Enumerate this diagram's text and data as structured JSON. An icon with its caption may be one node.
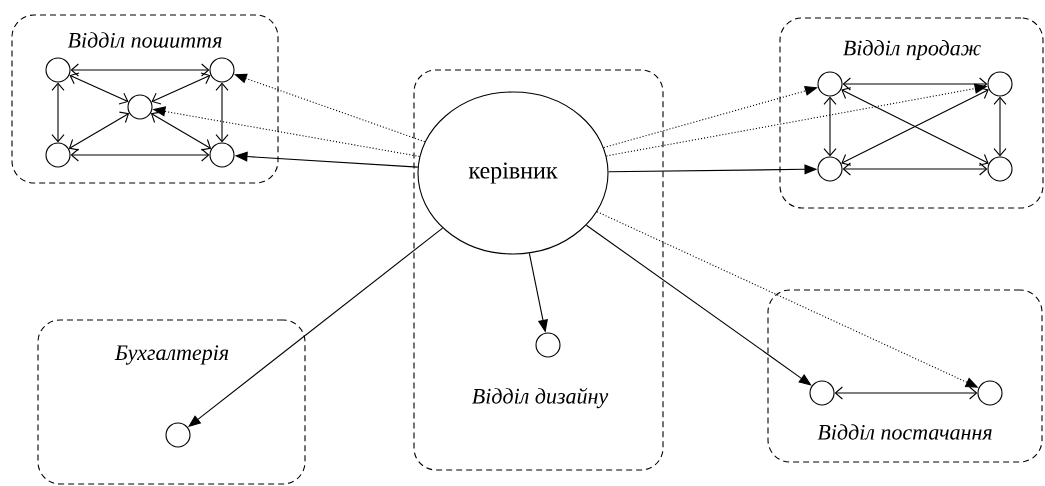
{
  "diagram": {
    "nodes": [
      {
        "text": [
          "Відділ пошиття"
        ]
      },
      {
        "text": [],
        "shape": "circle",
        "in": 0
      },
      {
        "text": [],
        "shape": "circle",
        "in": 0
      },
      {
        "text": [],
        "shape": "circle",
        "in": 0
      },
      {
        "text": [],
        "shape": "circle",
        "in": 0
      },
      {
        "text": [],
        "shape": "circle",
        "in": 0
      },
      {
        "text": [
          "Відділ дизайну"
        ]
      },
      {
        "text": [
          "керівник"
        ],
        "in": 6
      },
      {
        "text": [],
        "shape": "circle",
        "in": 6
      },
      {
        "text": [
          "Відділ продаж"
        ]
      },
      {
        "text": [],
        "shape": "circle",
        "in": 9
      },
      {
        "text": [],
        "shape": "circle",
        "in": 9
      },
      {
        "text": [],
        "shape": "circle",
        "in": 9
      },
      {
        "text": [],
        "shape": "circle",
        "in": 9
      },
      {
        "text": [
          "Бухгалтерія"
        ]
      },
      {
        "text": [],
        "shape": "circle",
        "in": 14
      },
      {
        "text": [
          "Відділ постачання"
        ]
      },
      {
        "text": [],
        "shape": "circle",
        "in": 16
      },
      {
        "text": [],
        "shape": "circle",
        "in": 16
      }
    ],
    "edges": [
      {
        "from": 1,
        "to": 2,
        "arrow": "both"
      },
      {
        "from": 1,
        "to": 4,
        "arrow": "both"
      },
      {
        "from": 4,
        "to": 5,
        "arrow": "both"
      },
      {
        "from": 2,
        "to": 5,
        "arrow": "both"
      },
      {
        "from": 1,
        "to": 3,
        "arrow": "both"
      },
      {
        "from": 2,
        "to": 3,
        "arrow": "both"
      },
      {
        "from": 4,
        "to": 3,
        "arrow": "both"
      },
      {
        "from": 5,
        "to": 3,
        "arrow": "both"
      },
      {
        "from": 7,
        "to": 5,
        "arrow": "to"
      },
      {
        "from": 7,
        "to": 2,
        "arrow": "to",
        "style": "dashed"
      },
      {
        "from": 7,
        "to": 3,
        "arrow": "to",
        "style": "dashed"
      },
      {
        "from": 7,
        "to": 10,
        "arrow": "to",
        "style": "dashed"
      },
      {
        "from": 7,
        "to": 11,
        "arrow": "to",
        "style": "dashed"
      },
      {
        "from": 7,
        "to": 12,
        "arrow": "to"
      },
      {
        "from": 7,
        "to": 15,
        "arrow": "to"
      },
      {
        "from": 7,
        "to": 8,
        "arrow": "to"
      },
      {
        "from": 7,
        "to": 17,
        "arrow": "to"
      },
      {
        "from": 7,
        "to": 18,
        "arrow": "to",
        "style": "dashed"
      },
      {
        "from": 10,
        "to": 11,
        "arrow": "both"
      },
      {
        "from": 10,
        "to": 12,
        "arrow": "both"
      },
      {
        "from": 11,
        "to": 13,
        "arrow": "both"
      },
      {
        "from": 12,
        "to": 13,
        "arrow": "both"
      },
      {
        "from": 10,
        "to": 13,
        "arrow": "both"
      },
      {
        "from": 12,
        "to": 11,
        "arrow": "both"
      },
      {
        "from": 17,
        "to": 18,
        "arrow": "both"
      }
    ]
  }
}
